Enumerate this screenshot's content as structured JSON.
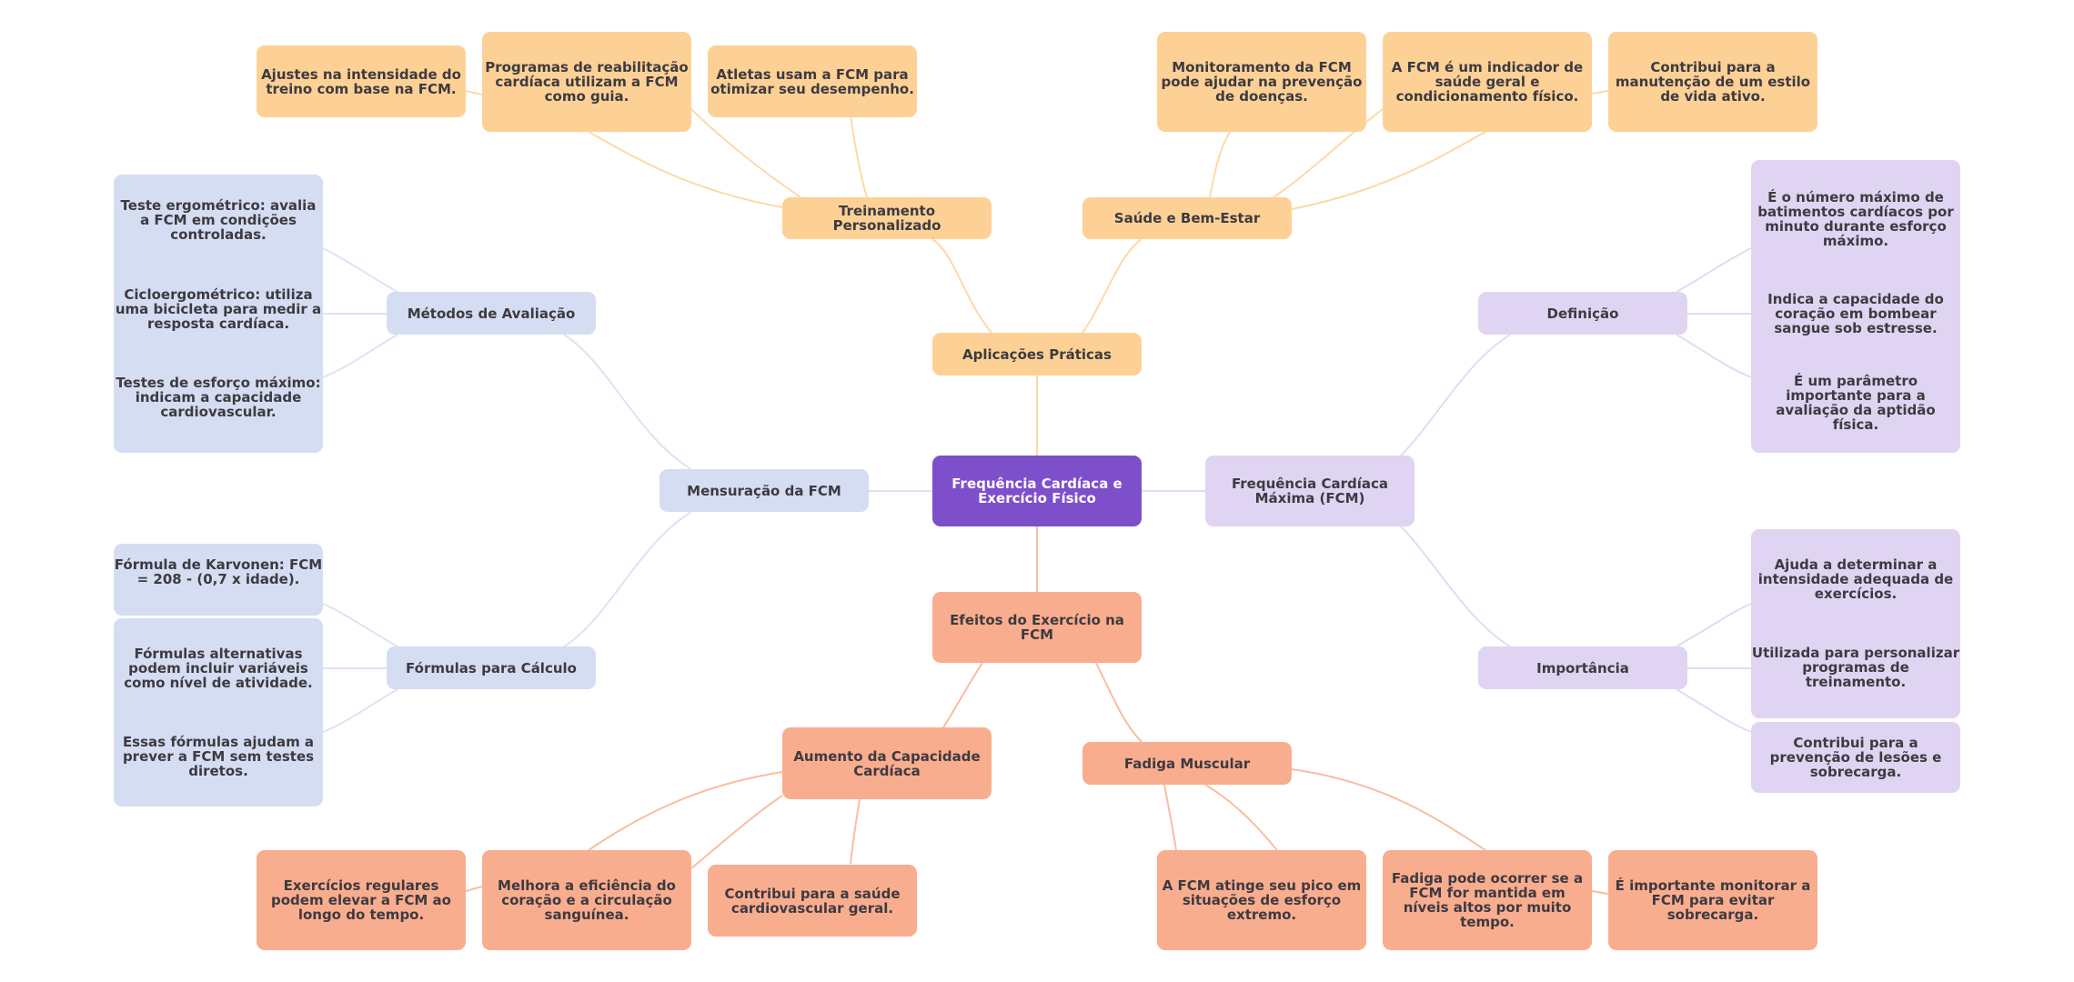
{
  "colors": {
    "root": "#7e4fcb",
    "orange": "#fdd196",
    "orange_edge": "#fdd9a8",
    "salmon": "#f9ad8f",
    "salmon_edge": "#f9bda3",
    "blue": "#d5ddf2",
    "blue_edge": "#dbe3f5",
    "purple": "#dfd5f2",
    "purple_edge": "#e3daf5"
  },
  "root": {
    "label": "Frequência Cardíaca e Exercício Físico"
  },
  "branches": {
    "aplicacoes": {
      "label": "Aplicações Práticas",
      "treinamento": {
        "label": "Treinamento Personalizado",
        "leaves": [
          "Ajustes na intensidade do treino com base na FCM.",
          "Programas de reabilitação cardíaca utilizam a FCM como guia.",
          "Atletas usam a FCM para otimizar seu desempenho."
        ]
      },
      "saude": {
        "label": "Saúde e Bem-Estar",
        "leaves": [
          "Monitoramento da FCM pode ajudar na prevenção de doenças.",
          "A FCM é um indicador de saúde geral e condicionamento físico.",
          "Contribui para a manutenção de um estilo de vida ativo."
        ]
      }
    },
    "efeitos": {
      "label": "Efeitos do Exercício na FCM",
      "aumento": {
        "label": "Aumento da Capacidade Cardíaca",
        "leaves": [
          "Exercícios regulares podem elevar a FCM ao longo do tempo.",
          "Melhora a eficiência do coração e a circulação sanguínea.",
          "Contribui para a saúde cardiovascular geral."
        ]
      },
      "fadiga": {
        "label": "Fadiga Muscular",
        "leaves": [
          "A FCM atinge seu pico em situações de esforço extremo.",
          "Fadiga pode ocorrer se a FCM for mantida em níveis altos por muito tempo.",
          "É importante monitorar a FCM para evitar sobrecarga."
        ]
      }
    },
    "mensuracao": {
      "label": "Mensuração da FCM",
      "metodos": {
        "label": "Métodos de Avaliação",
        "leaves": [
          "Teste ergométrico: avalia a FCM em condições controladas.",
          "Cicloergométrico: utiliza uma bicicleta para medir a resposta cardíaca.",
          "Testes de esforço máximo: indicam a capacidade cardiovascular."
        ]
      },
      "formulas": {
        "label": "Fórmulas para Cálculo",
        "leaves": [
          "Fórmula de Karvonen: FCM = 208 - (0,7 x idade).",
          "Fórmulas alternativas podem incluir variáveis como nível de atividade.",
          "Essas fórmulas ajudam a prever a FCM sem testes diretos."
        ]
      }
    },
    "fcm": {
      "label": "Frequência Cardíaca Máxima (FCM)",
      "definicao": {
        "label": "Definição",
        "leaves": [
          "É o número máximo de batimentos cardíacos por minuto durante esforço máximo.",
          "Indica a capacidade do coração em bombear sangue sob estresse.",
          "É um parâmetro importante para a avaliação da aptidão física."
        ]
      },
      "importancia": {
        "label": "Importância",
        "leaves": [
          "Ajuda a determinar a intensidade adequada de exercícios.",
          "Utilizada para personalizar programas de treinamento.",
          "Contribui para a prevenção de lesões e sobrecarga."
        ]
      }
    }
  }
}
